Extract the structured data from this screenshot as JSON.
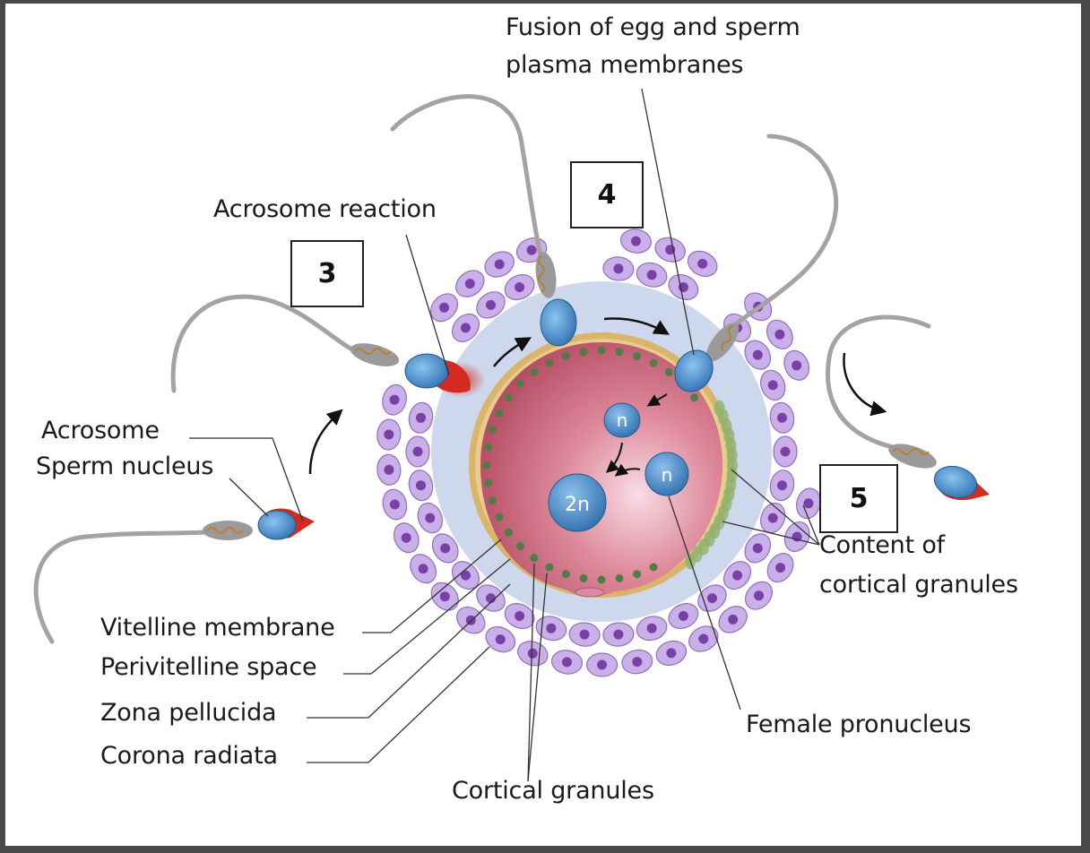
{
  "diagram": {
    "labels": {
      "fusion_line1": "Fusion of egg and sperm",
      "fusion_line2": "plasma membranes",
      "acrosome_reaction": "Acrosome reaction",
      "acrosome": "Acrosome",
      "sperm_nucleus": "Sperm nucleus",
      "vitelline_membrane": "Vitelline membrane",
      "perivitelline_space": "Perivitelline space",
      "zona_pellucida": "Zona pellucida",
      "corona_radiata": "Corona radiata",
      "cortical_granules": "Cortical granules",
      "female_pronucleus": "Female pronucleus",
      "content_line1": "Content of",
      "content_line2": "cortical granules"
    },
    "step_boxes": [
      "3",
      "4",
      "5"
    ],
    "inner_labels": {
      "male_n": "n",
      "female_n": "n",
      "zygote": "2n"
    },
    "colors": {
      "corona_cell": "#c9b0e8",
      "corona_nucleus": "#7b3fa8",
      "zona": "#cdd8ec",
      "egg": "#c35a6f",
      "vitelline": "#d9b46a",
      "granule": "#4f7d45",
      "sperm_head": "#3b83c6",
      "acrosome": "#d42a20",
      "tail": "#9a9a9a"
    }
  }
}
